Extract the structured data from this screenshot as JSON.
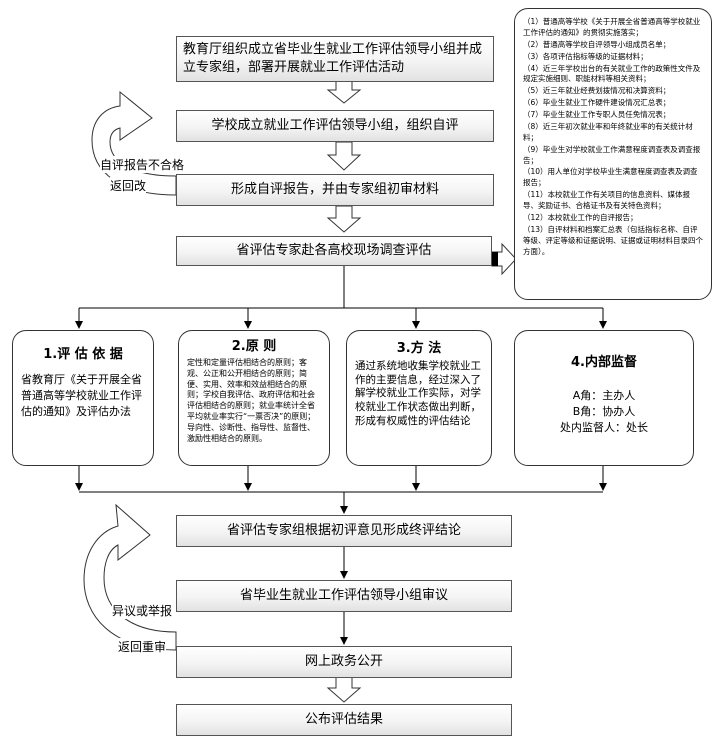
{
  "steps": {
    "s1": "教育厅组织成立省毕业生就业工作评估领导小组并成立专家组，部署开展就业工作评估活动",
    "s2": "学校成立就业工作评估领导小组，组织自评",
    "s3": "形成自评报告，并由专家组初审材料",
    "s4": "省评估专家赴各高校现场调查评估",
    "s5": "省评估专家组根据初评意见形成终评结论",
    "s6": "省毕业生就业工作评估领导小组审议",
    "s7": "网上政务公开",
    "s8": "公布评估结果"
  },
  "loops": {
    "top_label1": "自评报告不合格",
    "top_label2": "返回改",
    "bottom_label1": "异议或举报",
    "bottom_label2": "返回重审"
  },
  "columns": {
    "c1": {
      "title": "1.评 估 依 据",
      "body": "省教育厅《关于开展全省普通高等学校就业工作评估的通知》及评估办法"
    },
    "c2": {
      "title": "2.原 则",
      "body": "定性和定量评估相结合的原则；客观、公正和公开相结合的原则；简便、实用、效率和效益相结合的原则；学校自我评估、政府评估和社会评估相结合的原则；就业率统计全省平均就业率实行“一票否决”的原则；导向性、诊断性、指导性、监督性、激励性相结合的原则。"
    },
    "c3": {
      "title": "3.方 法",
      "body": "通过系统地收集学校就业工作的主要信息，经过深入了解学校就业工作实际，对学校就业工作状态做出判断，形成有权威性的评估结论"
    },
    "c4": {
      "title": "4.内部监督",
      "line1": "A角：主办人",
      "line2": "B角：协办人",
      "line3": "处内监督人：处长"
    }
  },
  "note_items": [
    "（1）普通高等学校《关于开展全省普通高等学校就业工作评估的通知》的贯彻实施落实；",
    "（2）普通高等学校自评领导小组成员名单；",
    "（3）各项评估指标等级的证据材料；",
    "（4）近三年学校出台的有关就业工作的政策性文件及规定实施细则、职能材料等相关资料；",
    "（5）近三年就业经费划拨情况和决算资料；",
    "（6）毕业生就业工作硬件建设情况汇总表；",
    "（7）毕业生就业工作专职人员任免情况表；",
    "（8）近三年初次就业率和年终就业率的有关统计材料；",
    "（9）毕业生对学校就业工作满意程度调查表及调查报告；",
    "（10）用人单位对学校毕业生满意程度调查表及调查报告；",
    "（11）本校就业工作有关项目的信息资料、媒体报导、奖励证书、合格证书及有关特色资料；",
    "（12）本校就业工作的自评报告；",
    "（13）自评材料和档案汇总表（包括指标名称、自评等级、评定等级和证据说明、证据或证明材料目录四个方面）。"
  ]
}
